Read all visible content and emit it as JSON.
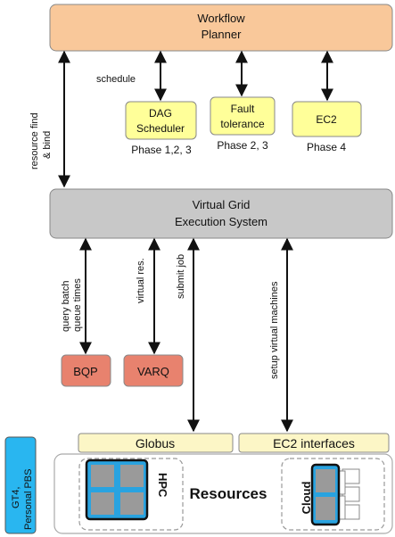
{
  "workflow_planner": {
    "line1": "Workflow",
    "line2": "Planner"
  },
  "labels": {
    "schedule": "schedule",
    "resource_find_line1": "resource find",
    "resource_find_line2": "& bind",
    "query_batch_line1": "query batch",
    "query_batch_line2": "queue times",
    "virtual_res": "virtual res.",
    "submit_job": "submit job",
    "setup_vms": "setup virtual machines"
  },
  "components": {
    "dag": {
      "line1": "DAG",
      "line2": "Scheduler",
      "phase": "Phase 1,2, 3"
    },
    "fault": {
      "line1": "Fault",
      "line2": "tolerance",
      "phase": "Phase 2, 3"
    },
    "ec2": {
      "label": "EC2",
      "phase": "Phase 4"
    }
  },
  "vges": {
    "line1": "Virtual Grid",
    "line2": "Execution System"
  },
  "services": {
    "bqp": "BQP",
    "varq": "VARQ"
  },
  "interfaces": {
    "globus": "Globus",
    "ec2_interfaces": "EC2 interfaces"
  },
  "resources": {
    "title": "Resources",
    "hpc": "HPC",
    "cloud": "Cloud"
  },
  "side_tag": {
    "line1": "GT4,",
    "line2": "Personal PBS"
  },
  "colors": {
    "planner": "#f9c89a",
    "component": "#ffff99",
    "vges": "#c8c8c8",
    "service": "#e8826e",
    "interface": "#fcf6c6",
    "cluster_blue": "#29a3e0",
    "cell_gray": "#9a9a9a",
    "side_tag": "#29b6f0"
  }
}
